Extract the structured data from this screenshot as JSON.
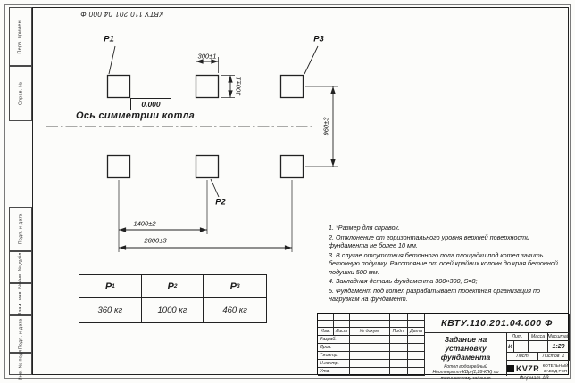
{
  "sheet": {
    "top_stamp": "КВТУ.110.201.04.000  Ф",
    "format": "Формат А3"
  },
  "left_margin": {
    "labels": [
      "Перв. примен.",
      "Справ. №",
      "Подп. и дата",
      "Инв. № дубл.",
      "Взам. инв. №",
      "Подп. и дата",
      "Инв. № подл."
    ]
  },
  "drawing": {
    "labels": {
      "p1": "Р1",
      "p2": "Р2",
      "p3": "Р3"
    },
    "elevation": "0.000",
    "axis_label": "Ось симметрии котла",
    "dims": {
      "plate_width": "300±1",
      "plate_height": "300±1",
      "row_spacing": "960±3",
      "half_span": "1400±2",
      "full_span": "2800±3"
    }
  },
  "notes": [
    "1. *Размер для справок.",
    "2. Отклонение от горизонтального уровня верхней поверхности фундамента не более 10 мм.",
    "3. В случае отсутствия бетонного пола площадки под котел залить бетонную подушку. Расстояние от осей крайних колонн до края бетонной подушки 500 мм.",
    "4. Закладная деталь фундамента  300×300, S=8;",
    "5. Фундамент под котел разрабатывает проектная организация по нагрузкам на фундамент."
  ],
  "load_table": {
    "headers": [
      {
        "base": "Р",
        "sub": "1"
      },
      {
        "base": "Р",
        "sub": "2"
      },
      {
        "base": "Р",
        "sub": "3"
      }
    ],
    "values": [
      "360 кг",
      "1000 кг",
      "460 кг"
    ]
  },
  "title_block": {
    "doc_number": "КВТУ.110.201.04.000  Ф",
    "columns": [
      "Изм.",
      "Лист",
      "№ докум.",
      "Подп.",
      "Дата"
    ],
    "roles": [
      "Разраб.",
      "Пров.",
      "Т.контр.",
      "Н.контр.",
      "Утв."
    ],
    "title": "Задание на установку фундамента",
    "subtitle": "Котел водогрейный Неотекрепт-КВр-(1,28-К(К) по техническому заданию",
    "lit_label": "Лит.",
    "lit_value": "И",
    "mass_label": "Масса",
    "scale_label": "Масштаб",
    "scale_value": "1:20",
    "sheet_label": "Лист",
    "sheets_label": "Листов",
    "sheets_value": "1",
    "logo_text": "KVZR",
    "company": "КОТЕЛЬНЫЙ ЗАВОД РЭП"
  }
}
